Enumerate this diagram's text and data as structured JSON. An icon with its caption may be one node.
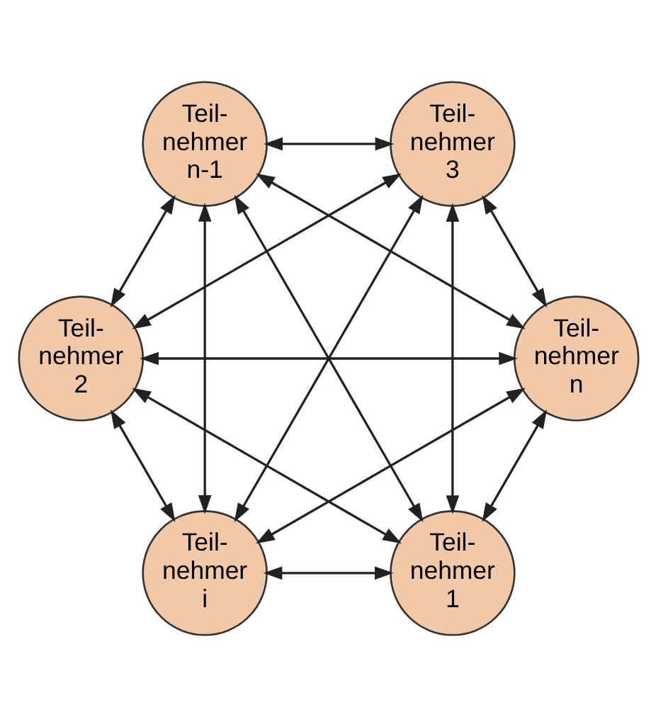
{
  "diagram": {
    "nodes": [
      {
        "text": [
          "Teil- nehmer 1"
        ]
      },
      {
        "text": [
          "Teil- nehmer n"
        ]
      },
      {
        "text": [
          "Teil- nehmer 2"
        ]
      },
      {
        "text": [
          "Teil- nehmer n-1"
        ]
      },
      {
        "text": [
          "Teil- nehmer 3"
        ]
      },
      {
        "text": [
          "Teil- nehmer i"
        ]
      }
    ],
    "edges": [
      {
        "from": 0,
        "to": 1,
        "arrow": "both"
      },
      {
        "from": 0,
        "to": 2,
        "arrow": "both"
      },
      {
        "from": 0,
        "to": 3,
        "arrow": "both"
      },
      {
        "from": 0,
        "to": 5,
        "arrow": "both"
      },
      {
        "from": 0,
        "to": 4,
        "arrow": "both"
      },
      {
        "from": 1,
        "to": 2,
        "arrow": "both"
      },
      {
        "from": 1,
        "to": 3,
        "arrow": "both"
      },
      {
        "from": 1,
        "to": 4,
        "arrow": "both"
      },
      {
        "from": 1,
        "to": 5,
        "arrow": "both"
      },
      {
        "from": 2,
        "to": 3,
        "arrow": "both"
      },
      {
        "from": 2,
        "to": 4,
        "arrow": "both"
      },
      {
        "from": 2,
        "to": 5,
        "arrow": "both"
      },
      {
        "from": 3,
        "to": 4,
        "arrow": "both"
      },
      {
        "from": 3,
        "to": 5,
        "arrow": "both"
      },
      {
        "from": 4,
        "to": 5,
        "arrow": "both"
      }
    ]
  }
}
